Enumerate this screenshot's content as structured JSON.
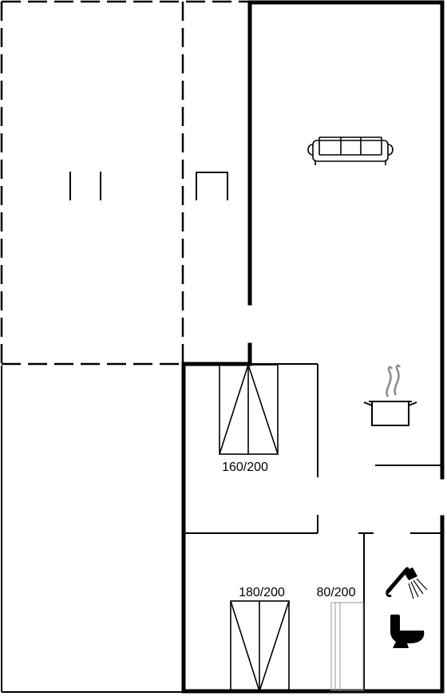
{
  "colors": {
    "background": "#ffffff",
    "wall": "#000000",
    "single_bed_outline": "#999999"
  },
  "icons": {
    "sofa": "sofa-icon",
    "cooking_pot": "cooking-pot-icon",
    "shower": "shower-icon",
    "toilet": "toilet-icon"
  },
  "beds": {
    "bedroom_1": {
      "size_label": "160/200"
    },
    "bedroom_2": {
      "size_label": "180/200"
    },
    "bedroom_2_single": {
      "size_label": "80/200"
    }
  }
}
